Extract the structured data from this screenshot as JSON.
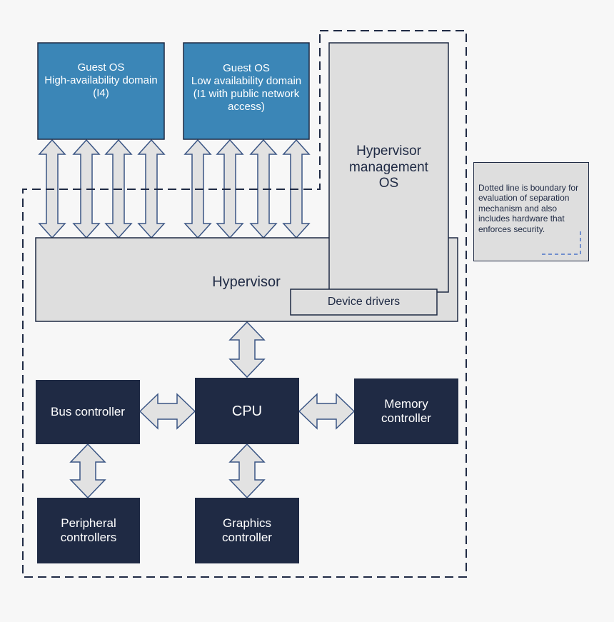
{
  "guest_os_high": {
    "line1": "Guest OS",
    "line2": "High-availability domain",
    "line3": "(I4)"
  },
  "guest_os_low": {
    "line1": "Guest OS",
    "line2": "Low availability domain",
    "line3": "(I1 with public network",
    "line4": "access)"
  },
  "hypervisor_mgmt": {
    "line1": "Hypervisor",
    "line2": "management",
    "line3": "OS"
  },
  "hypervisor": {
    "label": "Hypervisor"
  },
  "device_drivers": {
    "label": "Device drivers"
  },
  "cpu": {
    "label": "CPU"
  },
  "bus_controller": {
    "label": "Bus controller"
  },
  "memory_controller": {
    "line1": "Memory",
    "line2": "controller"
  },
  "peripheral_controllers": {
    "line1": "Peripheral",
    "line2": "controllers"
  },
  "graphics_controller": {
    "line1": "Graphics",
    "line2": "controller"
  },
  "note": {
    "text": "Dotted line is boundary for evaluation of separation mechanism and also includes hardware that enforces security."
  },
  "colors": {
    "guest_blue": "#3b86b7",
    "dark_navy": "#1f2a44",
    "light_gray": "#dedede",
    "arrow_fill": "#e2e2e2",
    "arrow_stroke": "#3a5584",
    "boundary": "#1f2a44",
    "note_dash": "#4b73c9"
  }
}
